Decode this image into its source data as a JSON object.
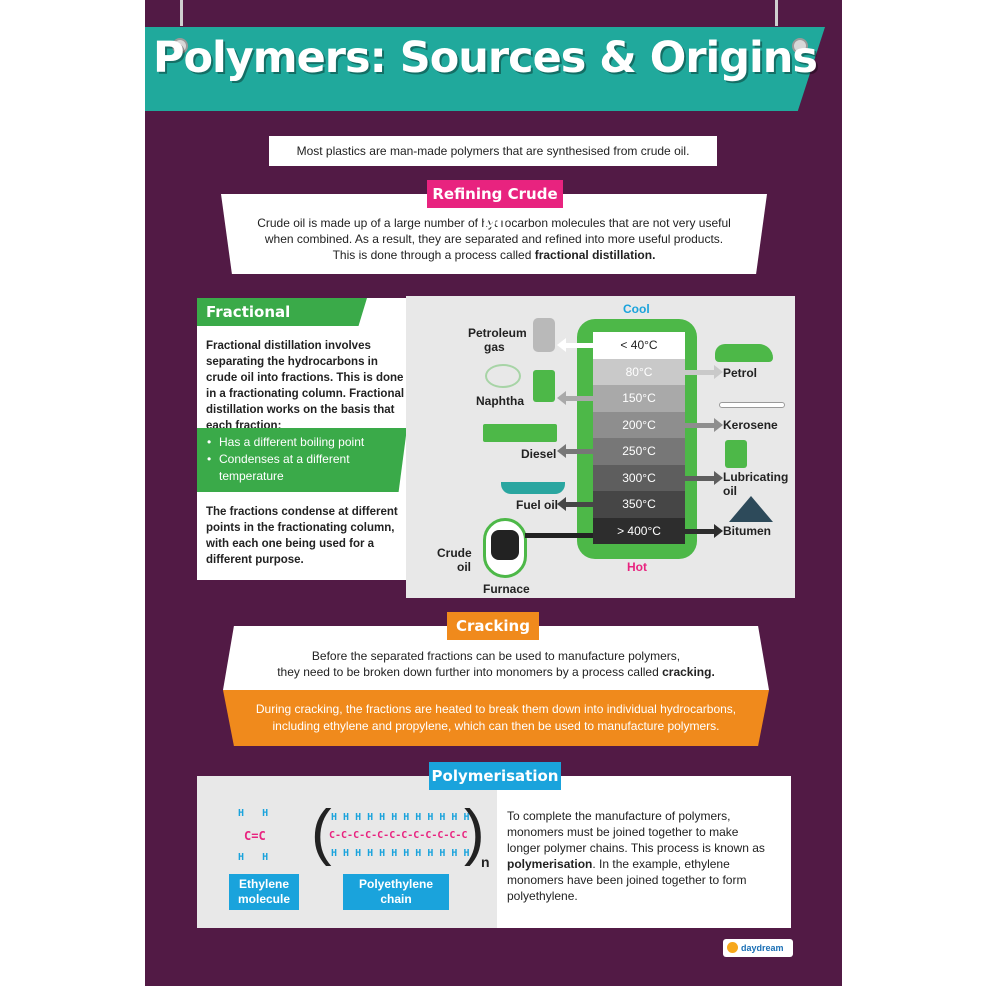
{
  "title": "Polymers: Sources & Origins",
  "intro": "Most plastics are man-made polymers that are synthesised from crude oil.",
  "refining": {
    "heading": "Refining Crude Oil",
    "line1": "Crude oil is made up of a large number of hydrocarbon molecules that are not very useful",
    "line2": "when combined. As a result, they are separated and refined into more useful products.",
    "line3_start": "This is done through a process called ",
    "line3_bold": "fractional distillation."
  },
  "fractional": {
    "heading": "Fractional Distillation",
    "para1": "Fractional distillation involves separating the hydrocarbons in crude oil into fractions. This is done in a fractionating column. Fractional distillation works on the basis that each fraction:",
    "bullets": [
      "Has a different boiling point",
      "Condenses at a different temperature"
    ],
    "para2": "The fractions condense at different points in the fractionating column, with each one being used for a different purpose."
  },
  "diagram": {
    "cool": "Cool",
    "hot": "Hot",
    "temps": [
      "< 40°C",
      "80°C",
      "150°C",
      "200°C",
      "250°C",
      "300°C",
      "350°C",
      "> 400°C"
    ],
    "left": {
      "petroleum_gas_1": "Petroleum",
      "petroleum_gas_2": "gas",
      "naphtha": "Naphtha",
      "diesel": "Diesel",
      "fuel_oil": "Fuel oil",
      "crude_oil_1": "Crude",
      "crude_oil_2": "oil",
      "furnace": "Furnace"
    },
    "right": {
      "petrol": "Petrol",
      "kerosene": "Kerosene",
      "lubricating_1": "Lubricating",
      "lubricating_2": "oil",
      "bitumen": "Bitumen"
    },
    "colors": {
      "column": "#4db848",
      "band_colors": [
        "#ffffff",
        "#c9c9c9",
        "#a9a9a9",
        "#8e8e8e",
        "#777777",
        "#5e5e5e",
        "#464646",
        "#2d2d2d"
      ]
    }
  },
  "cracking": {
    "heading": "Cracking",
    "line1": "Before the separated fractions can be used to manufacture polymers,",
    "line2_start": "they need to be broken down further into monomers by a process called ",
    "line2_bold": "cracking.",
    "orange1": "During cracking, the fractions are heated to break them down into individual hydrocarbons,",
    "orange2": "including ethylene and propylene, which can then be used to manufacture polymers."
  },
  "polymerisation": {
    "heading": "Polymerisation",
    "ethylene_top": "H   H",
    "ethylene_mid": "C=C",
    "ethylene_bot": "H   H",
    "chain_h": "H H H H H H H H H H H H",
    "chain_c": "C-C-C-C-C-C-C-C-C-C-C-C",
    "subscript": "n",
    "label_ethylene_1": "Ethylene",
    "label_ethylene_2": "molecule",
    "label_poly_1": "Polyethylene",
    "label_poly_2": "chain",
    "text_start": "To complete the manufacture of polymers, monomers must be joined together to make longer polymer chains. This process is known as ",
    "text_bold": "polymerisation",
    "text_end": ". In the example, ethylene monomers have been joined together to form polyethylene."
  },
  "brand": "daydream"
}
